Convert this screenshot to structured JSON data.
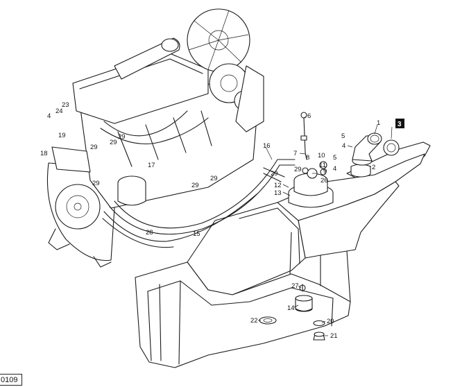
{
  "diagram": {
    "reference_code": "0109",
    "highlighted_label": "3",
    "callouts": [
      "1",
      "2",
      "3",
      "4",
      "4",
      "4",
      "5",
      "5",
      "6",
      "7",
      "8",
      "9",
      "10",
      "11",
      "12",
      "13",
      "14",
      "15",
      "16",
      "17",
      "18",
      "19",
      "20",
      "21",
      "22",
      "23",
      "24",
      "26",
      "27",
      "28",
      "29",
      "29",
      "29",
      "29",
      "29",
      "29",
      "29",
      "29"
    ]
  },
  "colors": {
    "line": "#1a1a1a",
    "background": "#ffffff",
    "highlight_box": "#111111"
  }
}
